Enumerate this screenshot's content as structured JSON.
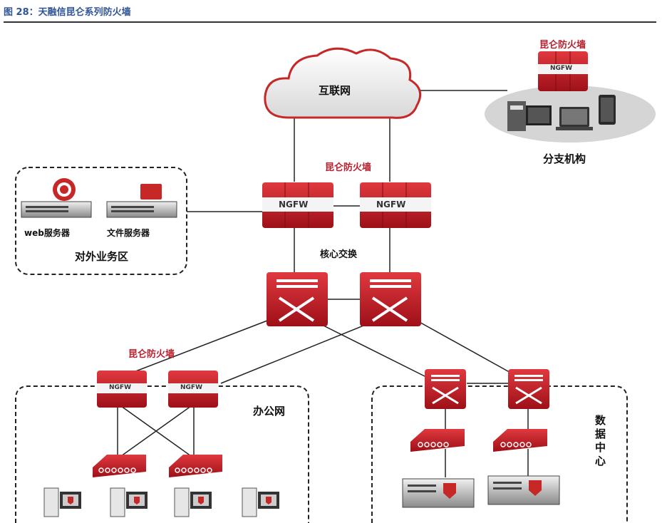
{
  "figure": {
    "title": "图 28：天融信昆仑系列防火墙"
  },
  "nodes": {
    "internet": "互联网",
    "branch_fw": "昆仑防火墙",
    "branch": "分支机构",
    "core_fw": "昆仑防火墙",
    "core_switch": "核心交换",
    "dmz_web": "web服务器",
    "dmz_file": "文件服务器",
    "dmz": "对外业务区",
    "office_fw": "昆仑防火墙",
    "office": "办公网",
    "datacenter": "数据中心",
    "ngfw": "NGFW"
  },
  "colors": {
    "device_red": "#c8202c",
    "title_blue": "#2f5597",
    "label_red": "#b7202e"
  }
}
